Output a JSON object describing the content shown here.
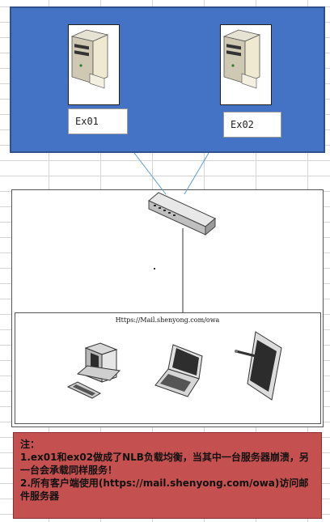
{
  "servers": [
    {
      "id": "ex01",
      "label": "Ex01"
    },
    {
      "id": "ex02",
      "label": "Ex02"
    }
  ],
  "owa_url": "Https://Mail.shenyong.com/owa",
  "note": {
    "title": "注：",
    "lines": [
      "1.ex01和ex02做成了NLB负载均衡，当其中一台服务器崩溃，另一台会承载同样服务！",
      "2.所有客户端使用(https://mail.shenyong.com/owa)访问邮件服务器"
    ]
  },
  "colors": {
    "server_panel": "#4472c4",
    "note_background": "#c55050",
    "link_line": "#5b9bd5"
  },
  "icons": [
    "server-icon",
    "network-switch-icon",
    "desktop-computer-icon",
    "laptop-icon",
    "tablet-icon"
  ]
}
